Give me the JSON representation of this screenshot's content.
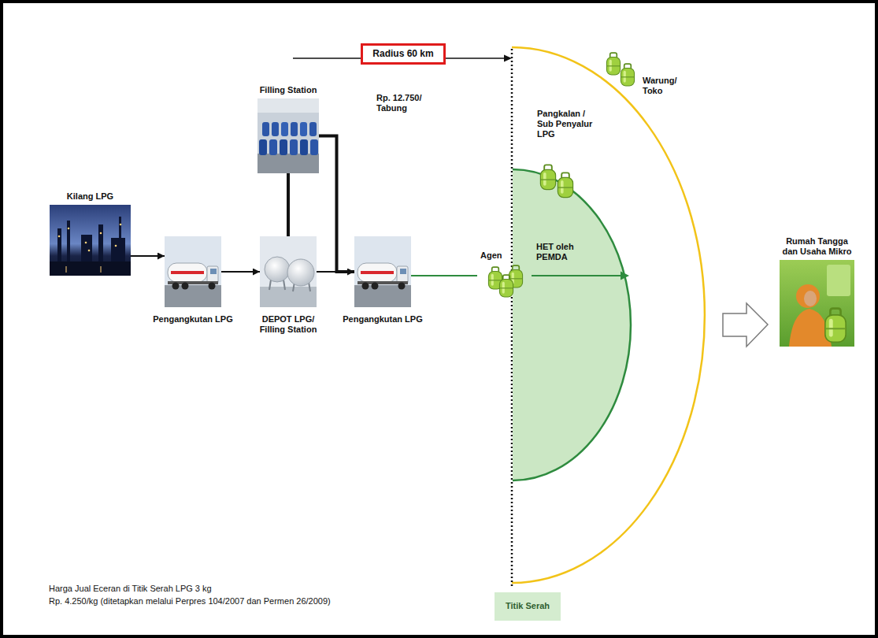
{
  "diagram": {
    "nodes": [
      {
        "text": [
          "Radius 60 km"
        ]
      },
      {
        "text": [
          "Filling Station"
        ]
      },
      {
        "text": [
          "Kilang LPG"
        ]
      },
      {
        "text": [
          "Pengangkutan LPG"
        ]
      },
      {
        "text": [
          "DEPOT LPG/ Filling Station"
        ]
      },
      {
        "text": [
          "Pengangkutan LPG"
        ]
      },
      {
        "text": [
          "HET oleh PEMDA"
        ]
      },
      {
        "text": [
          "Agen"
        ]
      },
      {
        "text": [
          "Pangkalan / Sub Penyalur LPG"
        ]
      },
      {
        "text": [
          "Warung/ Toko"
        ]
      },
      {
        "text": [
          "Rumah Tangga dan Usaha Mikro"
        ]
      },
      {
        "text": [
          "Titik Serah"
        ]
      }
    ],
    "edges": [
      {
        "from": 2,
        "to": 3,
        "arrow": "to"
      },
      {
        "from": 3,
        "to": 4,
        "arrow": "to"
      },
      {
        "from": 4,
        "to": 5,
        "arrow": "to"
      },
      {
        "from": 1,
        "to": 4,
        "arrow": "none"
      },
      {
        "from": 1,
        "to": 5,
        "arrow": "none"
      },
      {
        "from": 5,
        "to": 7,
        "arrow": "none"
      }
    ],
    "labels": [
      "Rp. 12.750/ Tabung",
      "Harga Jual Eceran di Titik Serah LPG 3 kg",
      "Rp. 4.250/kg (ditetapkan melalui Perpres 104/2007 dan Permen 26/2009)"
    ]
  }
}
